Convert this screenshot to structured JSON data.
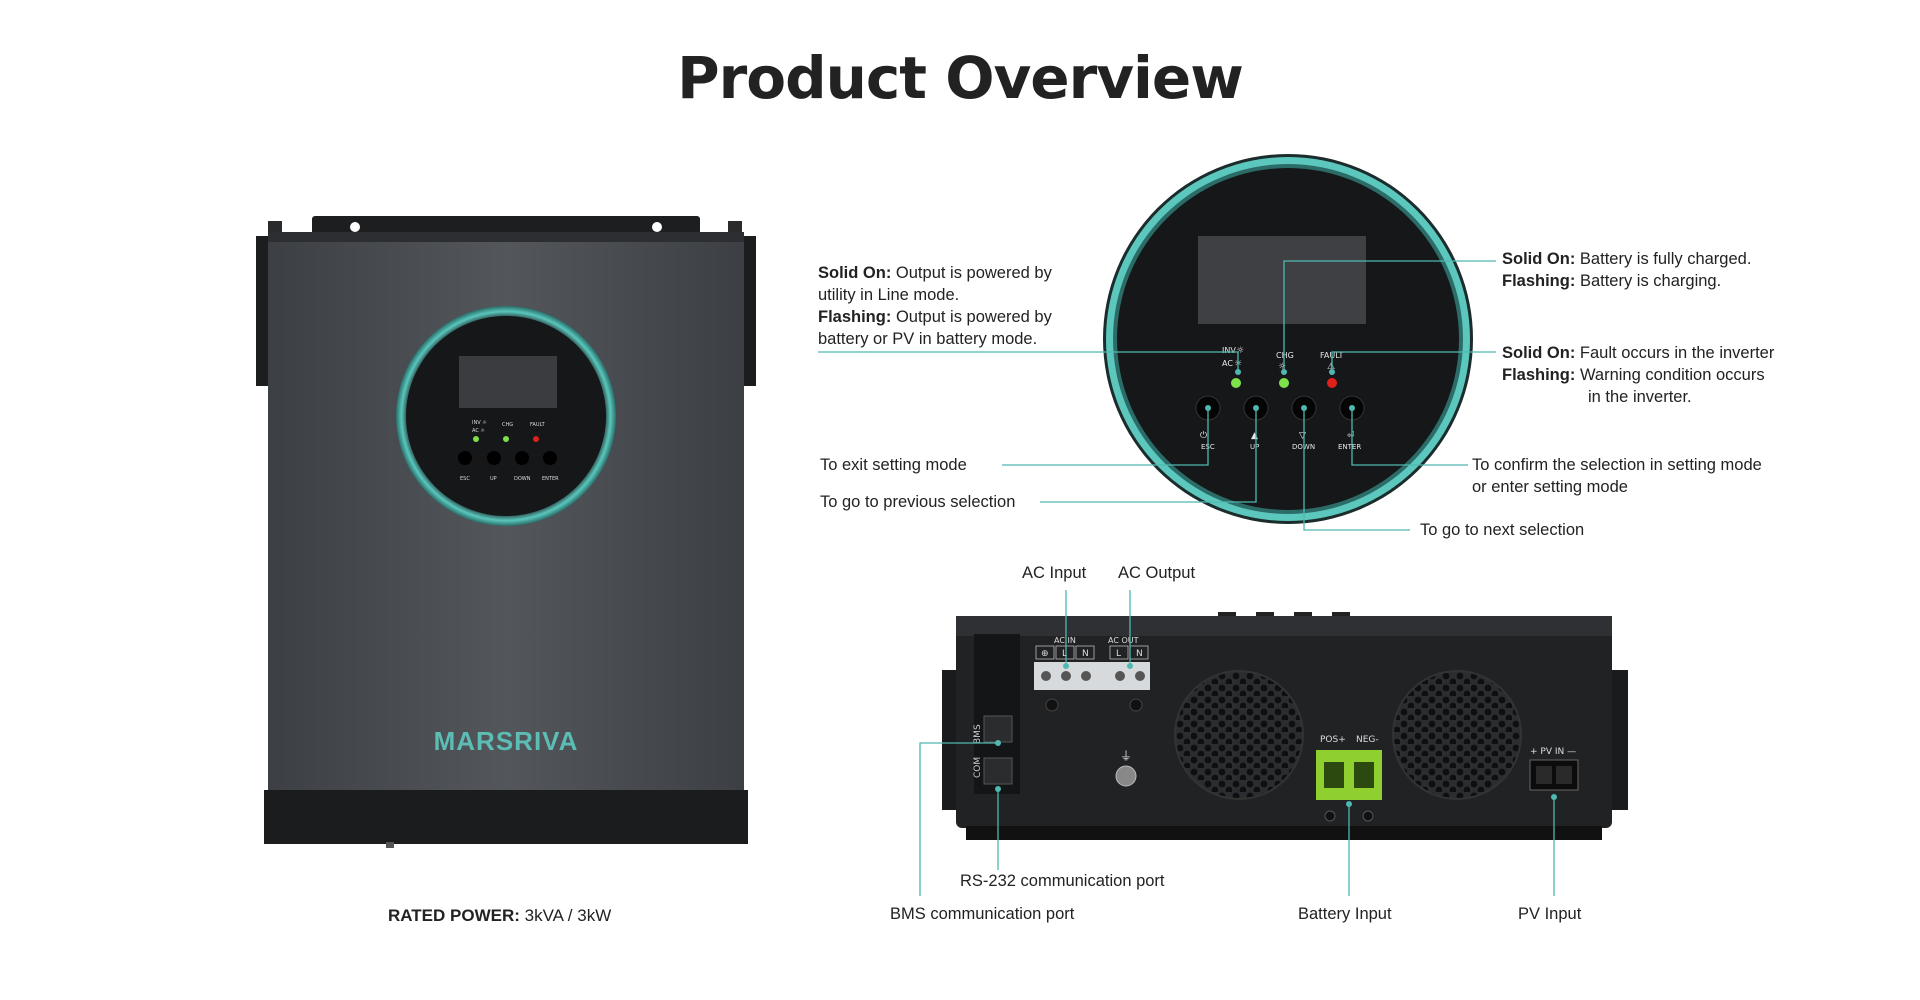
{
  "title": "Product Overview",
  "brand": "MARSRIVA",
  "rated_power": {
    "label": "RATED POWER:",
    "value": "3kVA / 3kW"
  },
  "panel": {
    "indicators": {
      "inv": "INV",
      "ac": "AC",
      "chg": "CHG",
      "fault": "FAULT"
    },
    "buttons": {
      "esc": "ESC",
      "up": "UP",
      "down": "DOWN",
      "enter": "ENTER"
    }
  },
  "annotations": {
    "inv_led": {
      "solid_label": "Solid On:",
      "solid_text": "Output is powered by",
      "solid_text2": "utility in Line mode.",
      "flash_label": "Flashing:",
      "flash_text": "Output is powered by",
      "flash_text2": "battery or PV in battery mode."
    },
    "chg_led": {
      "solid_label": "Solid On:",
      "solid_text": "Battery is fully charged.",
      "flash_label": "Flashing:",
      "flash_text": "Battery is charging."
    },
    "fault_led": {
      "solid_label": "Solid On:",
      "solid_text": "Fault occurs in the inverter",
      "flash_label": "Flashing:",
      "flash_text": "Warning condition occurs",
      "flash_text2": "in the inverter."
    },
    "esc": "To exit setting mode",
    "up": "To go to previous selection",
    "down": "To go to next selection",
    "enter_line1": "To confirm the selection in setting mode",
    "enter_line2": "or enter setting mode"
  },
  "bottom": {
    "ac_input": "AC Input",
    "ac_output": "AC Output",
    "ac_in_tag": "AC IN",
    "ac_out_tag": "AC OUT",
    "term_l": "L",
    "term_n": "N",
    "bms_tag": "BMS",
    "com_tag": "COM",
    "pos_tag": "POS+",
    "neg_tag": "NEG-",
    "pv_tag": "+ PV IN —",
    "rs232": "RS-232 communication port",
    "bms": "BMS communication port",
    "battery": "Battery Input",
    "pv": "PV Input"
  },
  "colors": {
    "accent": "#4fb8b0",
    "led_green": "#7ee04a",
    "led_red": "#e0201a",
    "body": "#4a4d52",
    "battery_terminal": "#8fcf2f"
  }
}
